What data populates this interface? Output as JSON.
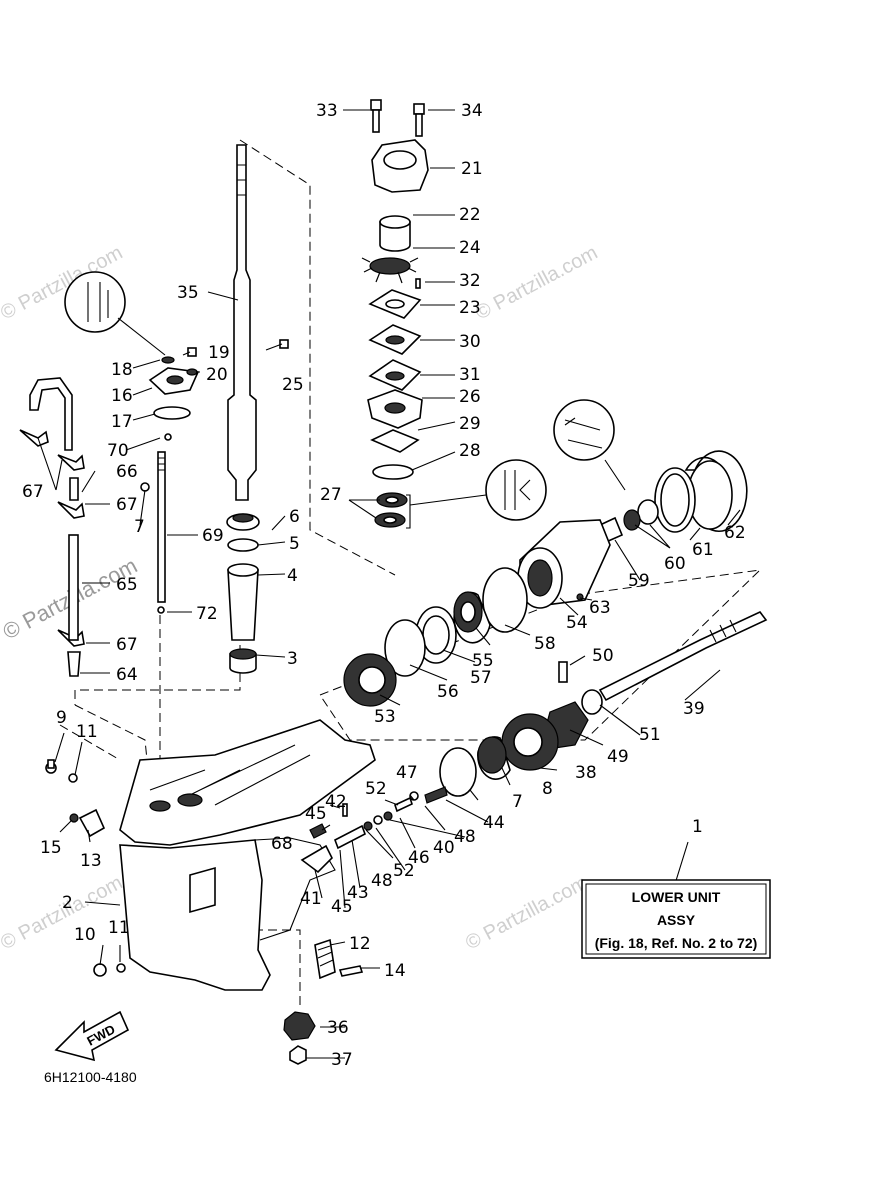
{
  "watermark": "© Partzilla.com",
  "diagram_code": "6H12100-4180",
  "fwd_label": "FWD",
  "info_box": {
    "line1": "LOWER UNIT",
    "line2": "ASSY",
    "line3": "(Fig. 18, Ref. No. 2 to 72)",
    "callout": "1"
  },
  "labels": {
    "n2": "2",
    "n3": "3",
    "n4": "4",
    "n5": "5",
    "n6": "6",
    "n7": "7",
    "n7b": "7",
    "n8": "8",
    "n9": "9",
    "n10": "10",
    "n11a": "11",
    "n11b": "11",
    "n12": "12",
    "n13": "13",
    "n14": "14",
    "n15": "15",
    "n16": "16",
    "n17": "17",
    "n18": "18",
    "n19": "19",
    "n20": "20",
    "n21": "21",
    "n22": "22",
    "n23": "23",
    "n24": "24",
    "n25": "25",
    "n26": "26",
    "n27": "27",
    "n28": "28",
    "n29": "29",
    "n30": "30",
    "n31": "31",
    "n32": "32",
    "n33": "33",
    "n34": "34",
    "n35": "35",
    "n36": "36",
    "n37": "37",
    "n38": "38",
    "n39": "39",
    "n40": "40",
    "n41": "41",
    "n42": "42",
    "n43": "43",
    "n44": "44",
    "n45a": "45",
    "n45b": "45",
    "n46": "46",
    "n47": "47",
    "n48a": "48",
    "n48b": "48",
    "n49": "49",
    "n50": "50",
    "n51": "51",
    "n52a": "52",
    "n52b": "52",
    "n53": "53",
    "n54": "54",
    "n55": "55",
    "n56": "56",
    "n57": "57",
    "n58": "58",
    "n59": "59",
    "n60": "60",
    "n61": "61",
    "n62": "62",
    "n63": "63",
    "n64": "64",
    "n65": "65",
    "n66": "66",
    "n67a": "67",
    "n67b": "67",
    "n67c": "67",
    "n68": "68",
    "n69": "69",
    "n70": "70",
    "n72": "72"
  }
}
